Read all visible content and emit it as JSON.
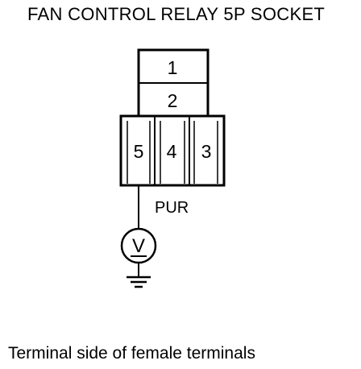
{
  "title": "FAN CONTROL RELAY 5P SOCKET",
  "terminals": {
    "t1": "1",
    "t2": "2",
    "t3": "3",
    "t4": "4",
    "t5": "5"
  },
  "wire_color": "PUR",
  "meter_symbol": "V",
  "caption": "Terminal side of female terminals"
}
